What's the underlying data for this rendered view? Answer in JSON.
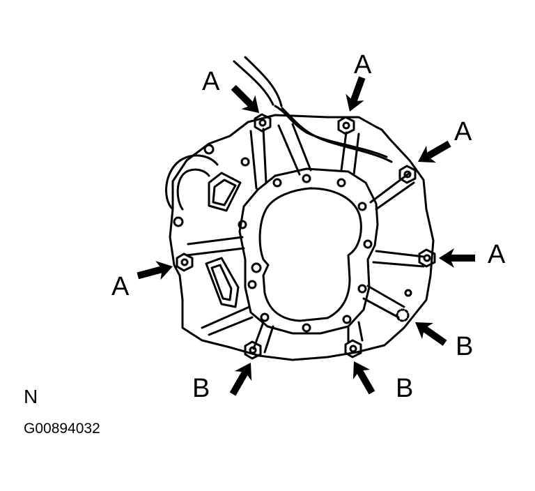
{
  "diagram": {
    "callouts": [
      {
        "id": "a1",
        "label": "A"
      },
      {
        "id": "a2",
        "label": "A"
      },
      {
        "id": "a3",
        "label": "A"
      },
      {
        "id": "a4",
        "label": "A"
      },
      {
        "id": "a5",
        "label": "A"
      },
      {
        "id": "b1",
        "label": "B"
      },
      {
        "id": "b2",
        "label": "B"
      },
      {
        "id": "b3",
        "label": "B"
      }
    ],
    "view_letter": "N",
    "figure_id": "G00894032"
  }
}
